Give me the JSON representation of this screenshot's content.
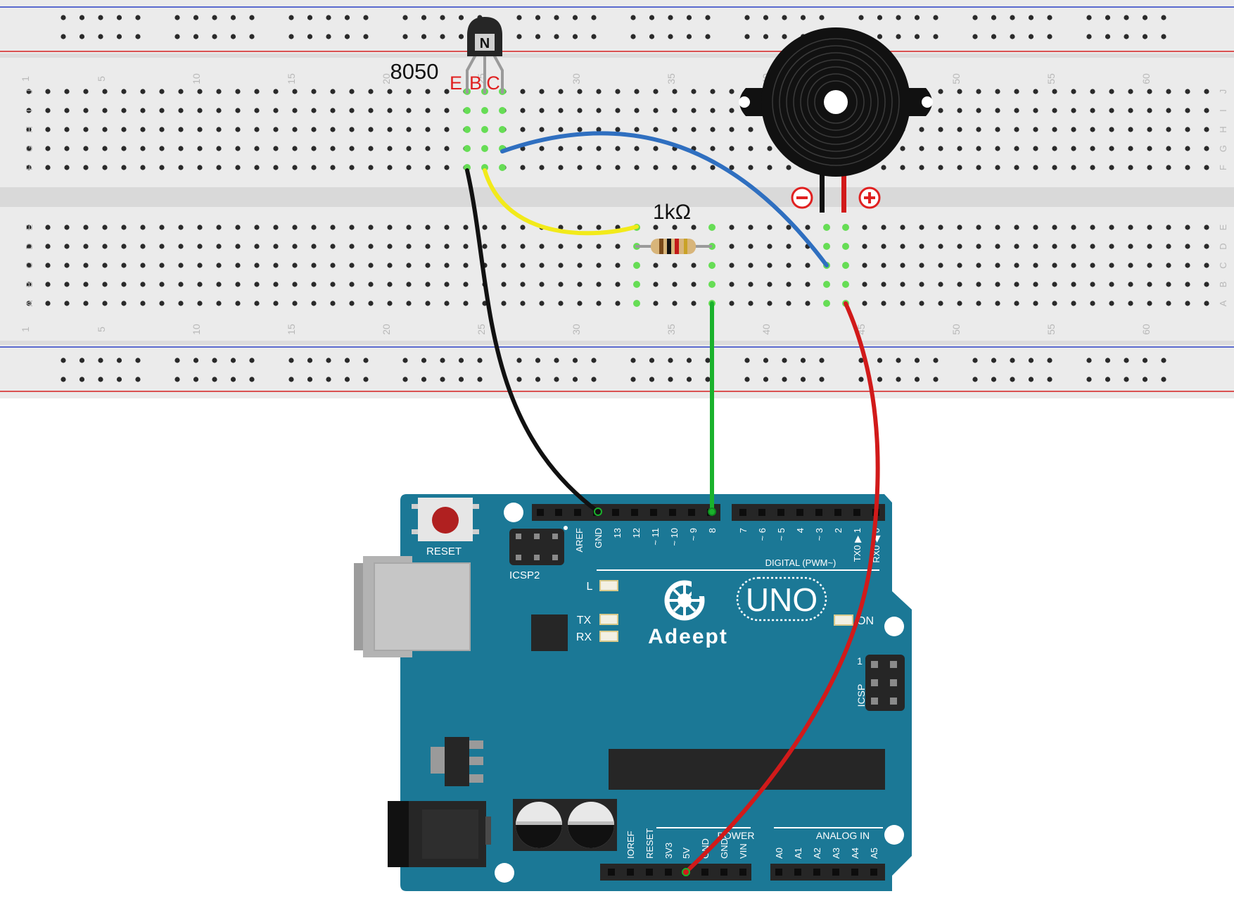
{
  "breadboard": {
    "column_numbers": [
      "1",
      "5",
      "10",
      "15",
      "20",
      "25",
      "30",
      "35",
      "40",
      "45",
      "50",
      "55",
      "60"
    ],
    "top_row_letters": [
      "J",
      "I",
      "H",
      "G",
      "F"
    ],
    "bottom_row_letters": [
      "E",
      "D",
      "C",
      "B",
      "A"
    ]
  },
  "components": {
    "transistor": {
      "part_label": "8050",
      "pin_labels": [
        "E",
        "B",
        "C"
      ],
      "body_mark": "N"
    },
    "resistor": {
      "label": "1kΩ"
    },
    "buzzer": {
      "minus_symbol": "−",
      "plus_symbol": "+"
    }
  },
  "arduino": {
    "reset_label": "RESET",
    "icsp2_label": "ICSP2",
    "top_pins": [
      "AREF",
      "GND",
      "13",
      "12",
      "~ 11",
      "~ 10",
      "~ 9",
      "8",
      "7",
      "~ 6",
      "~ 5",
      "4",
      "~ 3",
      "2",
      "TX0 ▶ 1",
      "RX0 ◀ 0"
    ],
    "digital_label": "DIGITAL (PWM~)",
    "led_l": "L",
    "led_tx": "TX",
    "led_rx": "RX",
    "brand": "Adeept",
    "model": "UNO",
    "on_label": "ON",
    "icsp_label": "ICSP",
    "icsp_pin1": "1",
    "power_label": "POWER",
    "analog_label": "ANALOG IN",
    "power_pins": [
      "IOREF",
      "RESET",
      "3V3",
      "5V",
      "GND",
      "GND",
      "VIN"
    ],
    "analog_pins": [
      "A0",
      "A1",
      "A2",
      "A3",
      "A4",
      "A5"
    ]
  },
  "wires": [
    {
      "name": "black",
      "color": "#111111",
      "from": "transistor E",
      "to": "GND"
    },
    {
      "name": "yellow",
      "color": "#f2ea1a",
      "from": "transistor B",
      "to": "resistor"
    },
    {
      "name": "blue",
      "color": "#2f6fc0",
      "from": "transistor C",
      "to": "buzzer −"
    },
    {
      "name": "green",
      "color": "#1ab22c",
      "from": "resistor",
      "to": "pin 8"
    },
    {
      "name": "red",
      "color": "#d11a1a",
      "from": "buzzer +",
      "to": "5V"
    }
  ],
  "colors": {
    "board": "#1b7896",
    "board_dark": "#146178",
    "breadboard": "#ebebeb",
    "rail_red": "#d42020",
    "rail_blue": "#2b3fc4",
    "pin_label_red": "#e02020"
  }
}
